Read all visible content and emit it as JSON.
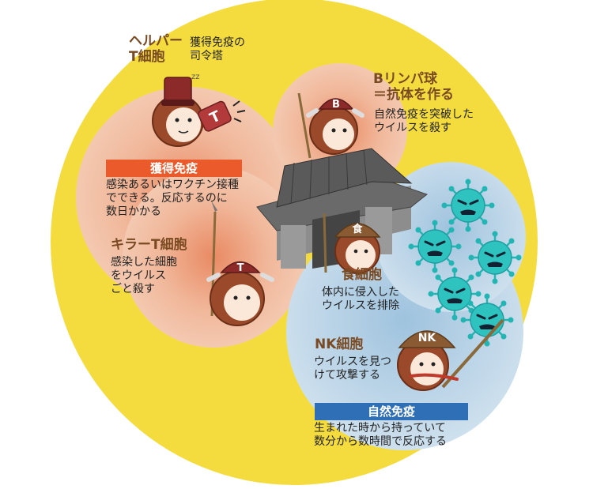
{
  "helper": {
    "name": "ヘルパー\nT細胞",
    "desc": "獲得免疫の\n司令塔"
  },
  "b_cell": {
    "name": "Bリンパ球\n＝抗体を作る",
    "desc": "自然免疫を突破した\nウイルスを殺す"
  },
  "acquired": {
    "banner": "獲得免疫",
    "desc": "感染あるいはワクチン接種\nでできる。反応するのに\n数日かかる"
  },
  "killer": {
    "name": "キラーT細胞",
    "desc": "感染した細胞\nをウイルス\nごと殺す"
  },
  "macrophage": {
    "name": "食細胞",
    "desc": "体内に侵入した\nウイルスを排除",
    "hat": "食"
  },
  "nk": {
    "name": "NK細胞",
    "desc": "ウイルスを見つ\nけて攻撃する",
    "hat": "NK"
  },
  "innate": {
    "banner": "自然免疫",
    "desc": "生まれた時から持っていて\n数分から数時間で反応する"
  },
  "helmet_marks": {
    "helper": "T",
    "b_cell": "B",
    "killer": "T"
  },
  "sleep_mark": "zz",
  "colors": {
    "circle": "#f4dc3f",
    "acquired_zone": "#f2c6ad",
    "innate_zone": "#c6dbea",
    "acquired_banner": "#ea5a2a",
    "innate_banner": "#2f6fb6",
    "role_text": "#7a4a22",
    "cell_body": "#9a4a2a",
    "helmet": "#8c2a2a",
    "virus": "#22b5b3"
  }
}
